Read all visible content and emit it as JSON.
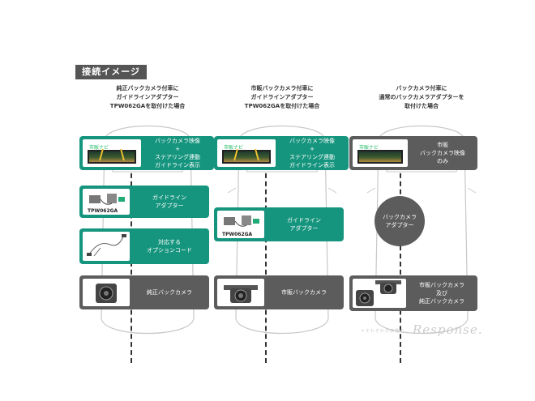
{
  "title": "接続イメージ",
  "columns": [
    {
      "caption": [
        "純正バックカメラ付車に",
        "ガイドラインアダプター",
        "TPW062GAを取付けた場合"
      ],
      "nav_label": "市販ナビ",
      "nav_text": [
        "バックカメラ映像",
        "+",
        "ステアリング連動",
        "ガイドライン表示"
      ],
      "adapter_model": "TPW062GA",
      "adapter_text": [
        "ガイドライン",
        "アダプター"
      ],
      "cord_text": [
        "対応する",
        "オプションコード"
      ],
      "camera_text": [
        "純正バックカメラ"
      ]
    },
    {
      "caption": [
        "市販バックカメラ付車に",
        "ガイドラインアダプター",
        "TPW062GAを取付けた場合"
      ],
      "nav_label": "市販ナビ",
      "nav_text": [
        "バックカメラ映像",
        "+",
        "ステアリング連動",
        "ガイドライン表示"
      ],
      "adapter_model": "TPW062GA",
      "adapter_text": [
        "ガイドライン",
        "アダプター"
      ],
      "camera_text": [
        "市販バックカメラ"
      ]
    },
    {
      "caption": [
        "バックカメラ付車に",
        "通常のバックカメラアダプターを",
        "取付けた場合"
      ],
      "nav_label": "市販ナビ",
      "nav_text": [
        "市販",
        "バックカメラ映像",
        "のみ"
      ],
      "adapter_text": [
        "バックカメラ",
        "アダプター"
      ],
      "camera_text": [
        "市販バックカメラ",
        "及び",
        "純正バックカメラ"
      ]
    }
  ],
  "watermark": "Response.",
  "watermark_small": "＊それぞれの車種の…",
  "colors": {
    "green": "#16957e",
    "gray": "#5c5c5c",
    "tag": "#555555"
  }
}
